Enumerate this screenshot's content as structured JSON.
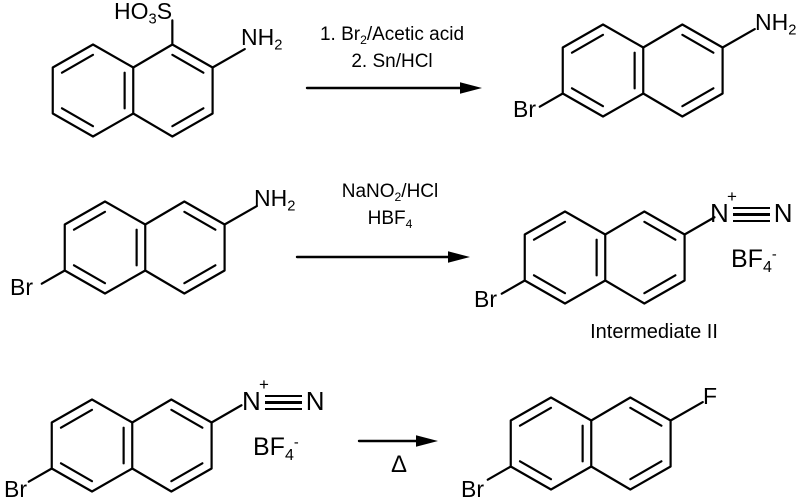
{
  "colors": {
    "background": "#ffffff",
    "ink": "#000000"
  },
  "atoms": {
    "ho3s": {
      "a": "HO",
      "sub": "3",
      "b": "S"
    },
    "nh2": {
      "a": "NH",
      "sub": "2"
    },
    "br": "Br",
    "f": "F",
    "n": "N",
    "plus": "+",
    "bf4": {
      "a": "BF",
      "sub": "4",
      "charge": "-"
    }
  },
  "arrows": {
    "step1": {
      "line1": {
        "a": "1. Br",
        "sub": "2",
        "b": "/Acetic acid"
      },
      "line2": "2. Sn/HCl"
    },
    "step2": {
      "line1": {
        "a": "NaNO",
        "sub": "2",
        "b": "/HCl"
      },
      "line2": {
        "a": "HBF",
        "sub": "4"
      }
    },
    "step3": {
      "symbol": "Δ"
    }
  },
  "captions": {
    "intermediate": "Intermediate II"
  }
}
